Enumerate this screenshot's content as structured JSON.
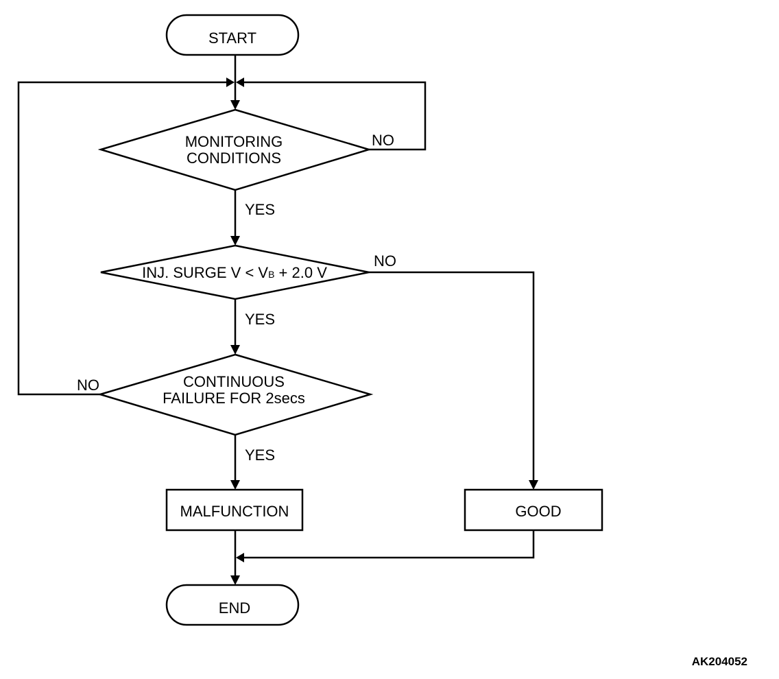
{
  "nodes": {
    "start": "START",
    "monitoring_line1": "MONITORING",
    "monitoring_line2": "CONDITIONS",
    "surge": "INJ. SURGE V < VB + 2.0 V",
    "surge_parts": {
      "main": "INJ. SURGE V < V",
      "subscript": "B",
      "tail": " + 2.0 V"
    },
    "continuous_line1": "CONTINUOUS",
    "continuous_line2": "FAILURE FOR 2secs",
    "malfunction": "MALFUNCTION",
    "good": "GOOD",
    "end": "END"
  },
  "edges": {
    "yes": "YES",
    "no": "NO"
  },
  "figure_code": "AK204052"
}
